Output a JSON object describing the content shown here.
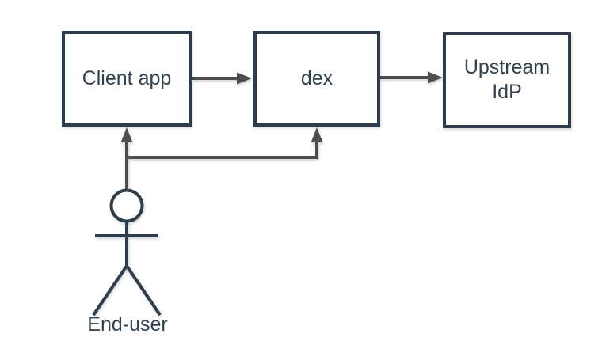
{
  "diagram": {
    "type": "flow-diagram",
    "nodes": [
      {
        "id": "client-app",
        "label": "Client app"
      },
      {
        "id": "dex",
        "label": "dex"
      },
      {
        "id": "upstream-idp",
        "label": "Upstream IdP"
      }
    ],
    "actor": {
      "id": "end-user",
      "label": "End-user",
      "shape": "stick-figure"
    },
    "edges": [
      {
        "from": "client-app",
        "to": "dex",
        "direction": "right"
      },
      {
        "from": "dex",
        "to": "upstream-idp",
        "direction": "right"
      },
      {
        "from": "end-user",
        "to": "client-app",
        "direction": "up"
      },
      {
        "from": "end-user",
        "to": "dex",
        "direction": "up"
      }
    ],
    "colors": {
      "node_border": "#2e3c4b",
      "edge": "#4d4d4d",
      "text": "#32414f",
      "background": "#ffffff"
    }
  }
}
